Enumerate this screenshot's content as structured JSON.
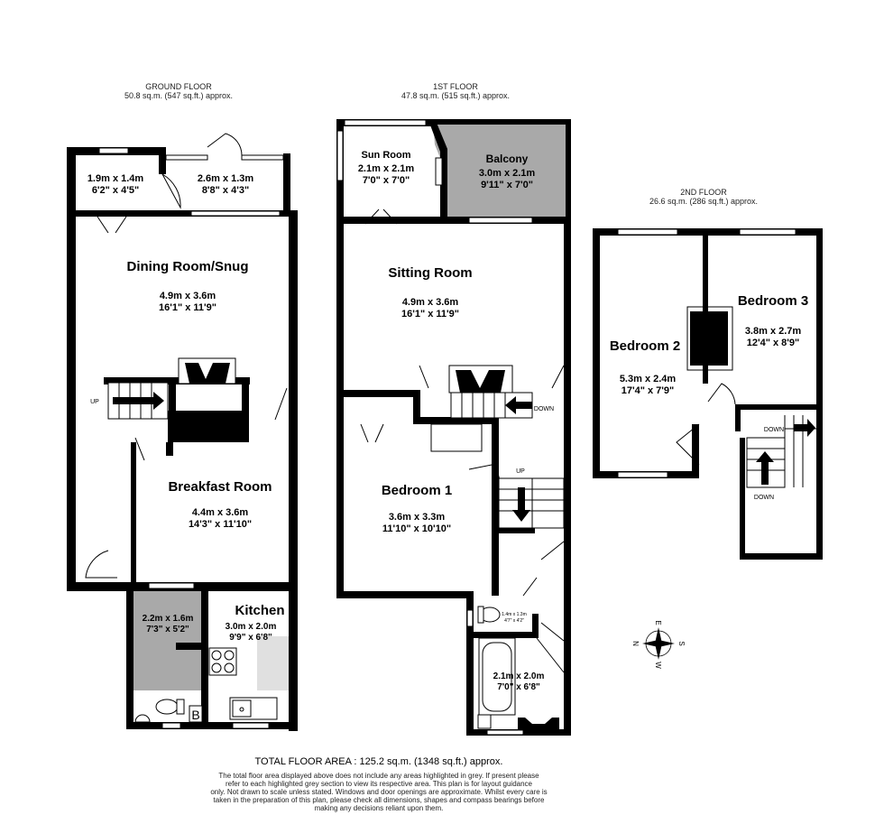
{
  "floors": {
    "ground": {
      "title": "GROUND FLOOR",
      "area": "50.8 sq.m. (547 sq.ft.) approx.",
      "rooms": [
        {
          "name": "",
          "metric": "1.9m  x 1.4m",
          "imperial": "6'2\"  x 4'5\""
        },
        {
          "name": "",
          "metric": "2.6m  x 1.3m",
          "imperial": "8'8\"  x 4'3\""
        },
        {
          "name": "Dining Room/Snug",
          "metric": "4.9m  x 3.6m",
          "imperial": "16'1\"  x 11'9\""
        },
        {
          "name": "Breakfast Room",
          "metric": "4.4m  x 3.6m",
          "imperial": "14'3\"  x 11'10\""
        },
        {
          "name": "",
          "metric": "2.2m  x 1.6m",
          "imperial": "7'3\"  x 5'2\"",
          "highlight": "grey"
        },
        {
          "name": "Kitchen",
          "metric": "3.0m  x 2.0m",
          "imperial": "9'9\"  x 6'8\""
        }
      ],
      "labels": {
        "stairs_up": "UP",
        "boiler": "B"
      }
    },
    "first": {
      "title": "1ST FLOOR",
      "area": "47.8 sq.m. (515 sq.ft.) approx.",
      "rooms": [
        {
          "name": "Sun Room",
          "metric": "2.1m  x 2.1m",
          "imperial": "7'0\"  x 7'0\""
        },
        {
          "name": "Balcony",
          "metric": "3.0m  x 2.1m",
          "imperial": "9'11\"  x 7'0\"",
          "highlight": "grey"
        },
        {
          "name": "Sitting Room",
          "metric": "4.9m  x 3.6m",
          "imperial": "16'1\"  x 11'9\""
        },
        {
          "name": "Bedroom 1",
          "metric": "3.6m  x 3.3m",
          "imperial": "11'10\"  x 10'10\""
        },
        {
          "name": "",
          "metric": "1.4m  x 1.3m",
          "imperial": "4'7\"  x 4'2\""
        },
        {
          "name": "",
          "metric": "2.1m  x 2.0m",
          "imperial": "7'0\"  x 6'8\""
        }
      ],
      "labels": {
        "stairs_down": "DOWN",
        "stairs_up": "UP"
      }
    },
    "second": {
      "title": "2ND FLOOR",
      "area": "26.6 sq.m. (286 sq.ft.) approx.",
      "rooms": [
        {
          "name": "Bedroom 2",
          "metric": "5.3m  x 2.4m",
          "imperial": "17'4\"  x 7'9\""
        },
        {
          "name": "Bedroom 3",
          "metric": "3.8m  x 2.7m",
          "imperial": "12'4\"  x 8'9\""
        }
      ],
      "labels": {
        "down_1": "DOWN",
        "down_2": "DOWN"
      }
    }
  },
  "compass": {
    "icon": "compass-rose-icon",
    "n": "N",
    "e": "E",
    "s": "S",
    "w": "W"
  },
  "footer": {
    "total": "TOTAL FLOOR AREA : 125.2 sq.m. (1348 sq.ft.) approx.",
    "disclaimer": [
      "The total floor area displayed above does not include any areas highlighted in grey. If present please",
      "refer to each highlighted grey section to view its respective area. This plan is for layout guidance",
      "only. Not drawn to scale unless stated. Windows and door openings are approximate. Whilst every care is",
      "taken in the preparation of this plan, please check all dimensions, shapes and compass bearings before",
      "making any decisions reliant upon them."
    ]
  },
  "colors": {
    "walls": "#000000",
    "highlight_grey": "#a9a9a9"
  }
}
